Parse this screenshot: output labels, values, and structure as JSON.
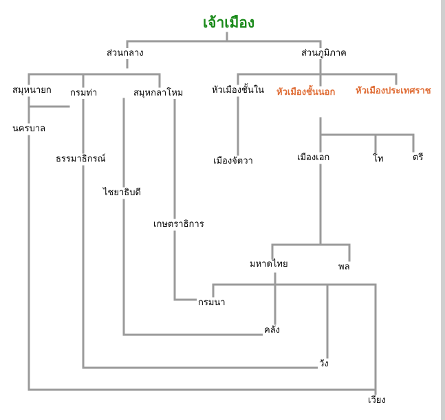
{
  "colors": {
    "line": "#9a9a9a",
    "root_text": "#1a8a1a",
    "highlight_text": "#e0703a",
    "text": "#000000"
  },
  "diagram": {
    "root": "เจ้าเมือง",
    "central_admin": "ส่วนกลาง",
    "regional_admin": "ส่วนภูมิภาค",
    "samuha_nayok": "สมุหนายก",
    "krom_tha": "กรมท่า",
    "samuha_kalahom": "สมุหกลาโหม",
    "inner_towns": "หัวเมืองชั้นใน",
    "outer_towns": "หัวเมืองชั้นนอก",
    "tributary_states": "หัวเมืองประเทศราช",
    "nakhonban": "นครบาล",
    "thammathikon": "ธรรมาธิกรณ์",
    "chaiyathibodi": "ไชยาธิบดี",
    "kasetrathikan": "เกษตราธิการ",
    "mueang_chattawa": "เมืองจัตวา",
    "mueang_ek": "เมืองเอก",
    "tho": "โท",
    "tri": "ตรี",
    "mahatthai": "มหาดไทย",
    "phon": "พล",
    "krom_na": "กรมนา",
    "khlang": "คลัง",
    "wang": "วัง",
    "wiang": "เวียง"
  }
}
